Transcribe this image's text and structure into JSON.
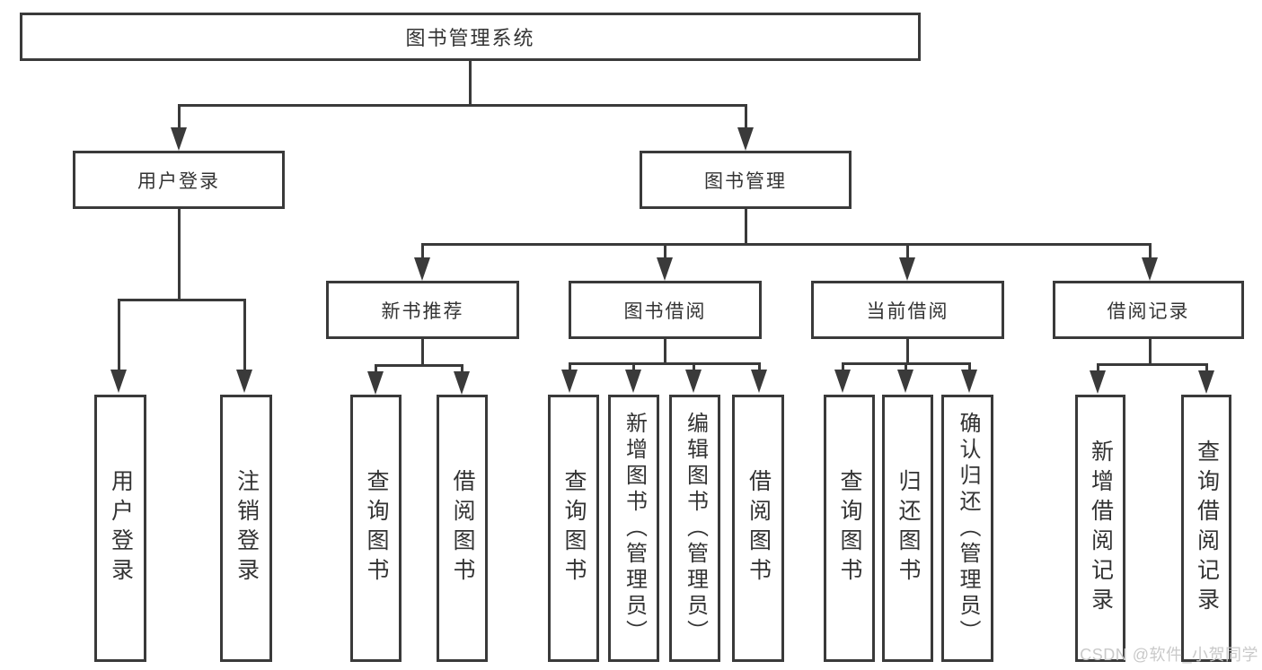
{
  "nodes": {
    "root": {
      "label": "图书管理系统"
    },
    "user_login": {
      "label": "用户登录"
    },
    "book_management": {
      "label": "图书管理"
    },
    "new_book_recommend": {
      "label": "新书推荐"
    },
    "book_borrowing": {
      "label": "图书借阅"
    },
    "current_borrowing": {
      "label": "当前借阅"
    },
    "borrowing_records": {
      "label": "借阅记录"
    },
    "leaf_user_login": {
      "label": "用户登录"
    },
    "leaf_logout": {
      "label": "注销登录"
    },
    "leaf_query_book_recommend": {
      "label": "查询图书"
    },
    "leaf_borrow_book_recommend": {
      "label": "借阅图书"
    },
    "leaf_query_book_borrowing": {
      "label": "查询图书"
    },
    "leaf_add_book_admin": {
      "label": "新增图书（管理员）"
    },
    "leaf_edit_book_admin": {
      "label": "编辑图书（管理员）"
    },
    "leaf_borrow_book_borrowing": {
      "label": "借阅图书"
    },
    "leaf_query_book_current": {
      "label": "查询图书"
    },
    "leaf_return_book": {
      "label": "归还图书"
    },
    "leaf_confirm_return_admin": {
      "label": "确认归还（管理员）"
    },
    "leaf_add_borrow_record": {
      "label": "新增借阅记录"
    },
    "leaf_query_borrow_record": {
      "label": "查询借阅记录"
    }
  },
  "hierarchy_note": {
    "用户登录": [
      "用户登录",
      "注销登录"
    ],
    "图书管理": [
      "新书推荐",
      "图书借阅",
      "当前借阅",
      "借阅记录"
    ],
    "新书推荐": [
      "查询图书",
      "借阅图书"
    ],
    "图书借阅": [
      "查询图书",
      "新增图书（管理员）",
      "编辑图书（管理员）",
      "借阅图书"
    ],
    "当前借阅": [
      "查询图书",
      "归还图书",
      "确认归还（管理员）"
    ],
    "借阅记录": [
      "新增借阅记录",
      "查询借阅记录"
    ]
  },
  "watermark": {
    "text": "CSDN @软件_小贺同学",
    "color": "#c9c9c9"
  },
  "colors": {
    "line": "#3a3a3a",
    "text": "#333333",
    "background": "#ffffff"
  }
}
